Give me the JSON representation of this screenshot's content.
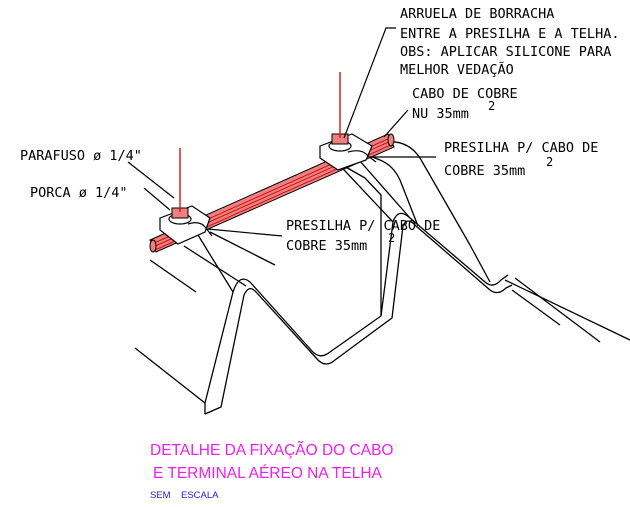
{
  "labels": {
    "washer_1": "ARRUELA DE BORRACHA",
    "washer_2": "ENTRE A PRESILHA E A TELHA.",
    "washer_3": "OBS: APLICAR SILICONE PARA",
    "washer_4": "MELHOR VEDAÇÃO",
    "cable_1": "CABO DE COBRE",
    "cable_2": "NU 35mm",
    "cable_sup": "2",
    "clamp_right_1": "PRESILHA P/ CABO DE",
    "clamp_right_2": "COBRE 35mm",
    "clamp_right_sup": "2",
    "screw": "PARAFUSO ø 1/4\"",
    "nut": "PORCA ø 1/4\"",
    "clamp_left_1": "PRESILHA P/ CABO DE",
    "clamp_left_2": "COBRE 35mm",
    "clamp_left_sup": "2"
  },
  "title": {
    "line1": "DETALHE DA FIXAÇÃO DO CABO",
    "line2": "E TERMINAL AÉREO NA TELHA",
    "scale_word1": "SEM",
    "scale_word2": "ESCALA"
  },
  "colors": {
    "title": "#ee1fee",
    "scale": "#1f1fd8",
    "cable": "#f08080",
    "cable_stripe": "#c81414",
    "screw": "#e01010",
    "lines": "#000000"
  }
}
